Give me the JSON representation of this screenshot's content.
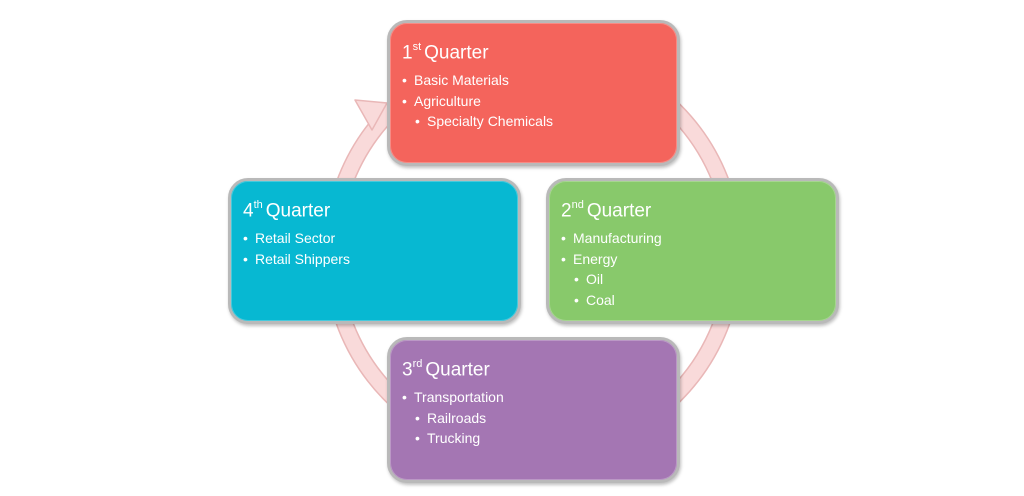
{
  "quarters": [
    {
      "number": "1",
      "suffix": "st",
      "title": "Quarter",
      "color": "#f4645c",
      "items": [
        {
          "text": "Basic Materials",
          "level": 1
        },
        {
          "text": "Agriculture",
          "level": 1
        },
        {
          "text": "Specialty Chemicals",
          "level": 2
        }
      ]
    },
    {
      "number": "2",
      "suffix": "nd",
      "title": "Quarter",
      "color": "#88c96b",
      "items": [
        {
          "text": "Manufacturing",
          "level": 1
        },
        {
          "text": "Energy",
          "level": 1
        },
        {
          "text": "Oil",
          "level": 2
        },
        {
          "text": "Coal",
          "level": 2
        }
      ]
    },
    {
      "number": "3",
      "suffix": "rd",
      "title": "Quarter",
      "color": "#a476b3",
      "items": [
        {
          "text": "Transportation",
          "level": 1
        },
        {
          "text": "Railroads",
          "level": 2
        },
        {
          "text": "Trucking",
          "level": 2
        }
      ]
    },
    {
      "number": "4",
      "suffix": "th",
      "title": "Quarter",
      "color": "#07b8d2",
      "items": [
        {
          "text": "Retail Sector",
          "level": 1
        },
        {
          "text": "Retail Shippers",
          "level": 1
        }
      ]
    }
  ],
  "ring": {
    "fill_color": "#f9dada",
    "stroke_color": "#e9b7b7",
    "direction": "clockwise"
  }
}
